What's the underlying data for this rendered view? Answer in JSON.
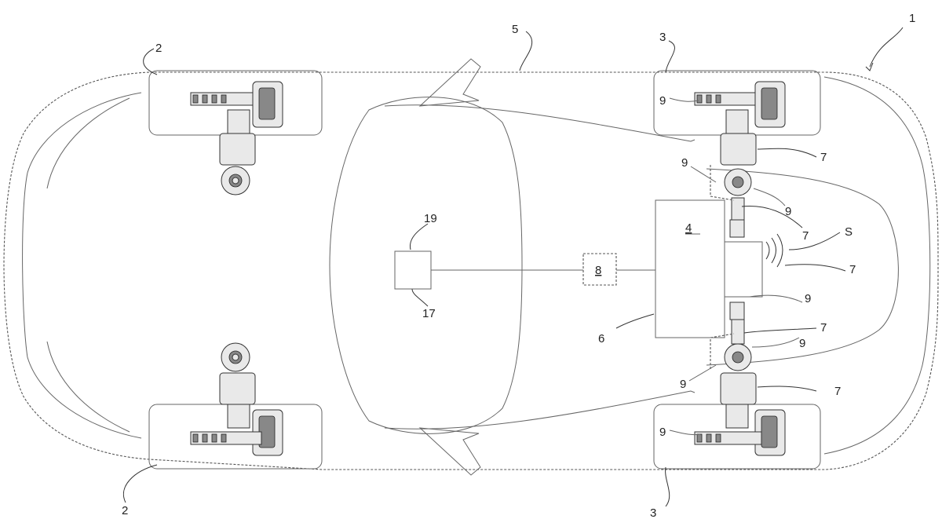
{
  "diagram": {
    "labels": {
      "vehicle": "1",
      "front_wheel_top": "2",
      "front_wheel_bottom": "2",
      "rear_wheel_top": "3",
      "rear_wheel_bottom": "3",
      "unit_main": "4",
      "body": "5",
      "housing": "6",
      "component_a": "7",
      "component_b": "7",
      "component_c": "7",
      "component_d": "7",
      "component_e": "7",
      "controller": "8",
      "part_9a": "9",
      "part_9b": "9",
      "part_9c": "9",
      "part_9d": "9",
      "part_9e": "9",
      "part_9f": "9",
      "part_9g": "9",
      "control_box_top": "19",
      "control_box_bottom": "17",
      "signal": "S"
    },
    "colors": {
      "line": "#555555",
      "text": "#222222",
      "background": "#ffffff"
    }
  }
}
